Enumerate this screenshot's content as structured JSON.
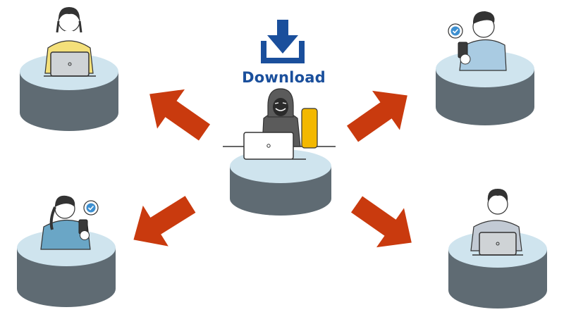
{
  "download": {
    "label": "Download"
  },
  "colors": {
    "arrow": "#c93a0e",
    "platform_top": "#cfe4ee",
    "platform_side": "#5f6b73",
    "download_blue": "#1a4f9c",
    "hoodie": "#5b5b5b",
    "chair": "#f3b800",
    "user_yellow": "#f4e07a",
    "user_blue": "#a9cbe2",
    "user_teal": "#6aa6c6",
    "user_gray": "#c2cad4",
    "check_blue": "#3d8fd0"
  },
  "nodes": [
    {
      "id": "attacker",
      "role": "hacker-at-laptop"
    },
    {
      "id": "user-top-left",
      "role": "user-with-laptop"
    },
    {
      "id": "user-top-right",
      "role": "user-with-phone"
    },
    {
      "id": "user-bottom-left",
      "role": "user-with-phone"
    },
    {
      "id": "user-bottom-right",
      "role": "user-with-laptop"
    }
  ],
  "arrows": [
    {
      "from": "attacker",
      "to": "user-top-left"
    },
    {
      "from": "attacker",
      "to": "user-top-right"
    },
    {
      "from": "attacker",
      "to": "user-bottom-left"
    },
    {
      "from": "attacker",
      "to": "user-bottom-right"
    }
  ]
}
